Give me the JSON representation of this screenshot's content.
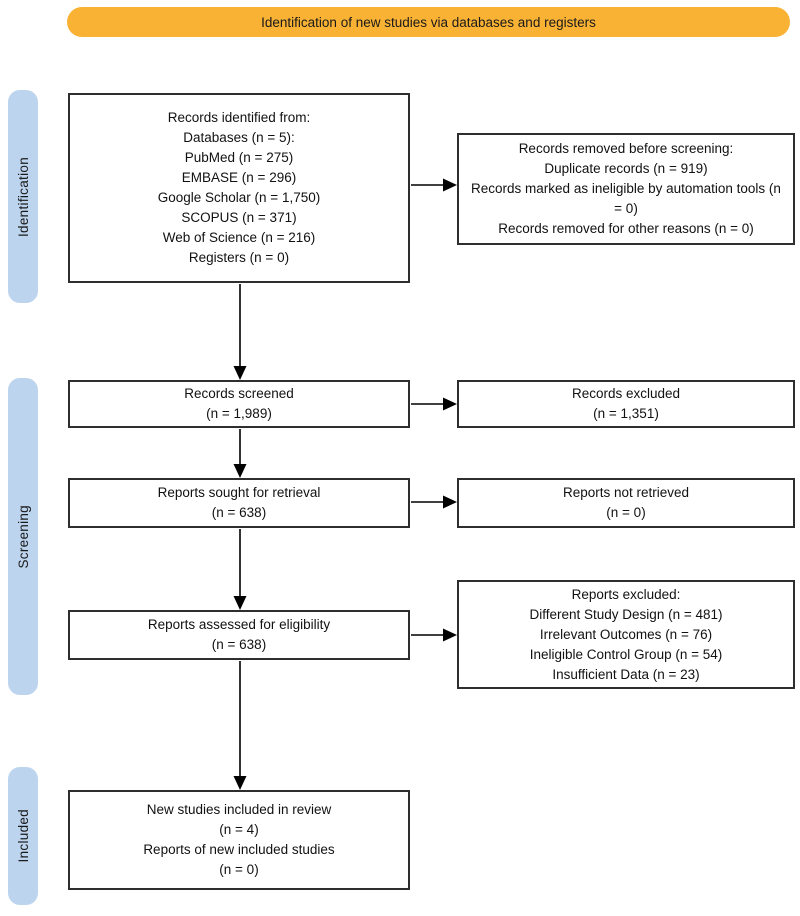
{
  "colors": {
    "banner-bg": "#F9B233",
    "sidebar-bg": "#BDD4EE"
  },
  "banner": {
    "label": "Identification of new studies via databases and registers"
  },
  "sidebar": {
    "items": [
      {
        "label": "Identification"
      },
      {
        "label": "Screening"
      },
      {
        "label": "Included"
      }
    ]
  },
  "boxes": {
    "records_identified": {
      "lines": [
        "Records identified from:",
        "Databases (n = 5):",
        "PubMed (n = 275)",
        "EMBASE (n = 296)",
        "Google Scholar (n = 1,750)",
        "SCOPUS (n = 371)",
        "Web of Science (n = 216)",
        "Registers (n = 0)"
      ]
    },
    "records_removed": {
      "lines": [
        "Records removed before screening:",
        "Duplicate records (n = 919)",
        "Records marked as ineligible by automation tools (n = 0)",
        "Records removed for other reasons (n = 0)"
      ]
    },
    "records_screened": {
      "lines": [
        "Records screened",
        "(n = 1,989)"
      ]
    },
    "records_excluded": {
      "lines": [
        "Records excluded",
        "(n = 1,351)"
      ]
    },
    "reports_sought": {
      "lines": [
        "Reports sought for retrieval",
        "(n = 638)"
      ]
    },
    "reports_not_retrieved": {
      "lines": [
        "Reports not retrieved",
        "(n = 0)"
      ]
    },
    "reports_assessed": {
      "lines": [
        "Reports assessed for eligibility",
        "(n = 638)"
      ]
    },
    "reports_excluded": {
      "lines": [
        "Reports excluded:",
        "Different Study Design (n = 481)",
        "Irrelevant Outcomes (n = 76)",
        "Ineligible Control Group (n = 54)",
        "Insufficient Data (n = 23)"
      ]
    },
    "new_studies": {
      "lines": [
        "New studies included in review",
        "(n = 4)",
        "Reports of new included studies",
        "(n = 0)"
      ]
    }
  }
}
